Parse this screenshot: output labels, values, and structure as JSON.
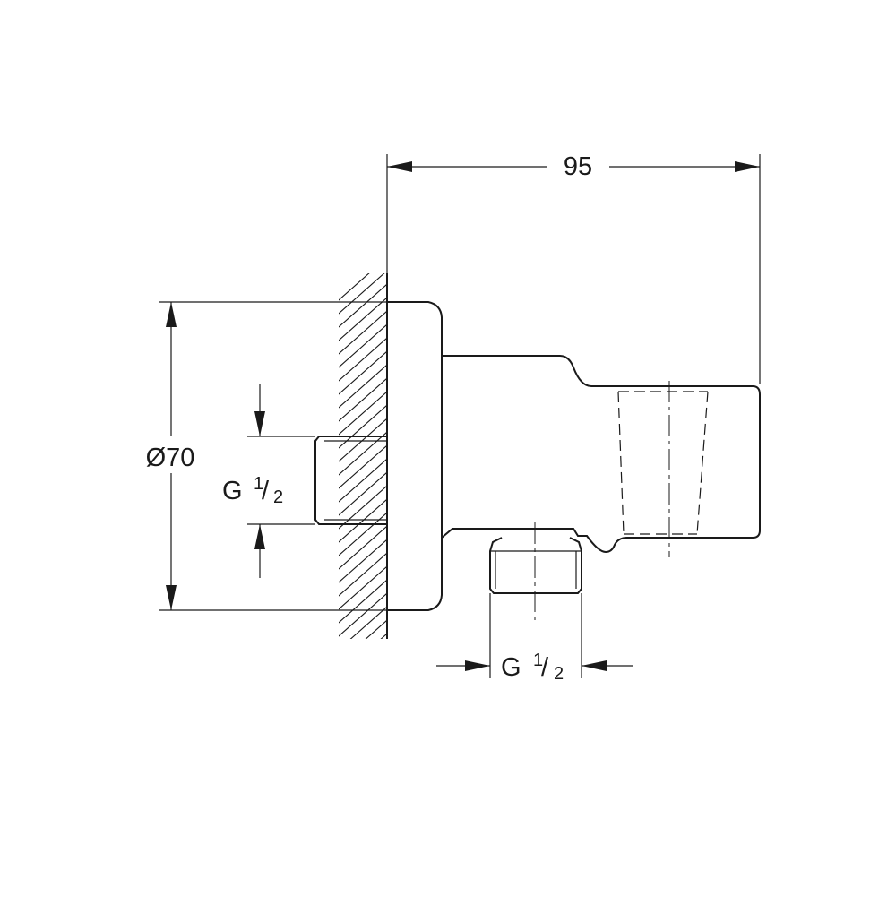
{
  "dimensions": {
    "overall_length": "95",
    "flange_diameter": "Ø70",
    "wall_thread": {
      "letter": "G",
      "numerator": "1",
      "denominator": "2"
    },
    "outlet_thread": {
      "letter": "G",
      "numerator": "1",
      "denominator": "2"
    }
  }
}
